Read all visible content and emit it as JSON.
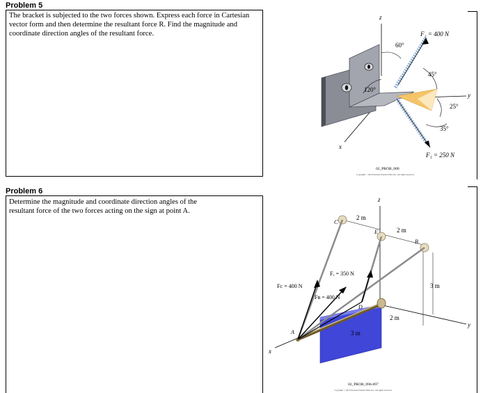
{
  "problem5": {
    "heading": "Problem 5",
    "text_line1": "The bracket is subjected to the two forces shown. Express each force in Cartesian",
    "text_line2": "vector form and then determine the resultant force R. Find the magnitude and",
    "text_line3": "coordinate direction angles of the resultant force.",
    "figure": {
      "label_z": "z",
      "label_x": "x",
      "label_y": "y",
      "label_f2": "F₂ = 400 N",
      "label_f1": "F₁ = 250 N",
      "angle_60": "60°",
      "angle_120": "120°",
      "angle_45": "45°",
      "angle_25": "25°",
      "angle_35": "35°",
      "caption": "02_PROB_080",
      "copyright": "Copyright © 2010 Pearson Prentice Hall, Inc. All rights reserved."
    }
  },
  "problem6": {
    "heading": "Problem 6",
    "text_line1": "Determine the magnitude and coordinate direction angles of the",
    "text_line2": "resultant force of the two forces acting on the sign at point A.",
    "figure": {
      "label_z": "z",
      "label_x": "x",
      "label_y": "y",
      "label_c": "C",
      "label_e": "E",
      "label_b": "B",
      "label_d": "D",
      "label_a": "A",
      "dim_2m_top": "2 m",
      "dim_2m_right": "2 m",
      "dim_3m_right": "3 m",
      "dim_2m_bottom": "2 m",
      "dim_3m_bottom": "3 m",
      "label_fe": "Fₑ = 350 N",
      "label_fc": "Fᴄ = 400 N",
      "label_fb": "Fʙ = 400 N",
      "caption": "02_PROB_096-097",
      "copyright": "Copyright © 2010 Pearson Prentice Hall, Inc. All rights reserved."
    }
  },
  "colors": {
    "bracket": "#8a8d96",
    "bracket_dark": "#4d4f57",
    "spring": "#8fb0d8",
    "shaded_plane": "#f5c469",
    "sign": "#3f46d8",
    "bolt": "#c9b98e",
    "rope": "#8b8b8b"
  }
}
